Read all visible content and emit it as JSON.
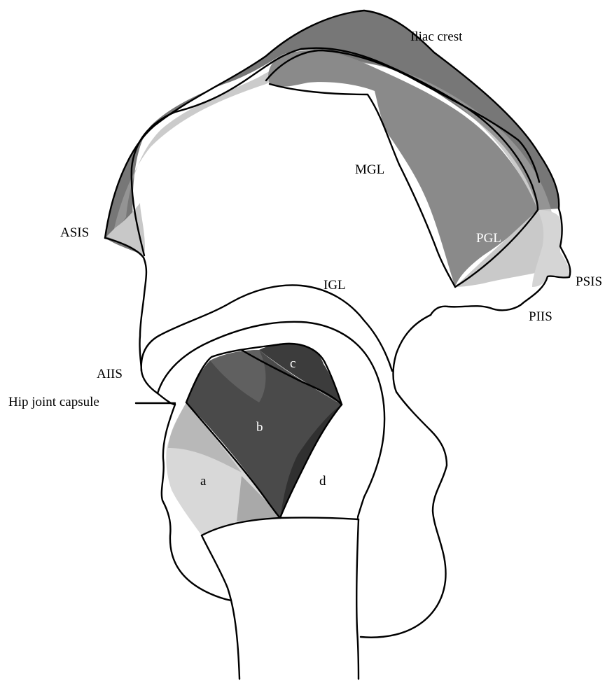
{
  "labels": {
    "iliac_crest": "Iliac crest",
    "mgl": "MGL",
    "asis": "ASIS",
    "pgl": "PGL",
    "igl": "IGL",
    "psis": "PSIS",
    "piis": "PIIS",
    "aiis": "AIIS",
    "hip_capsule": "Hip joint capsule",
    "a": "a",
    "b": "b",
    "c": "c",
    "d": "d"
  },
  "colors": {
    "dark_gray": "#5a5a5a",
    "mid_gray": "#7f7f7f",
    "light_gray": "#b8b8b8",
    "pale_gray": "#d9d9d9",
    "white": "#ffffff",
    "outline": "#000000"
  }
}
